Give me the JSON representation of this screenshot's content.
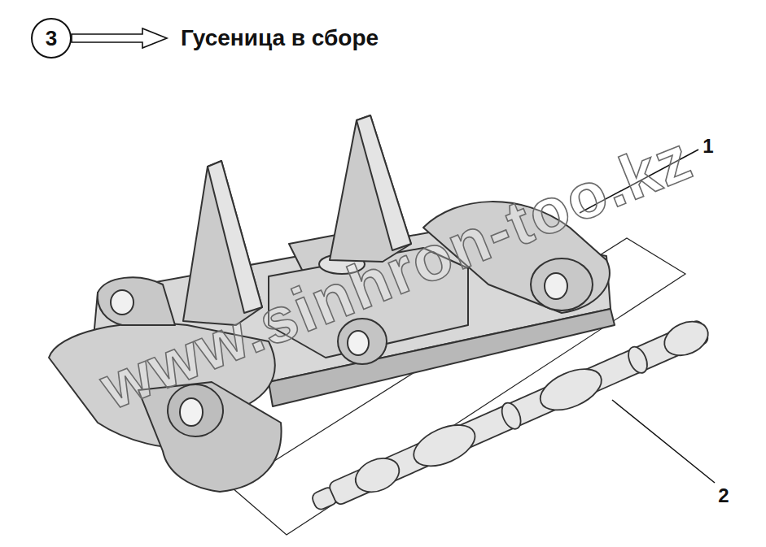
{
  "diagram": {
    "title": "Гусеница в сборе",
    "nodes": [
      {
        "text": [
          "3"
        ]
      }
    ],
    "labels": [
      "1",
      "2",
      "www.sinhron-too.kz"
    ]
  }
}
